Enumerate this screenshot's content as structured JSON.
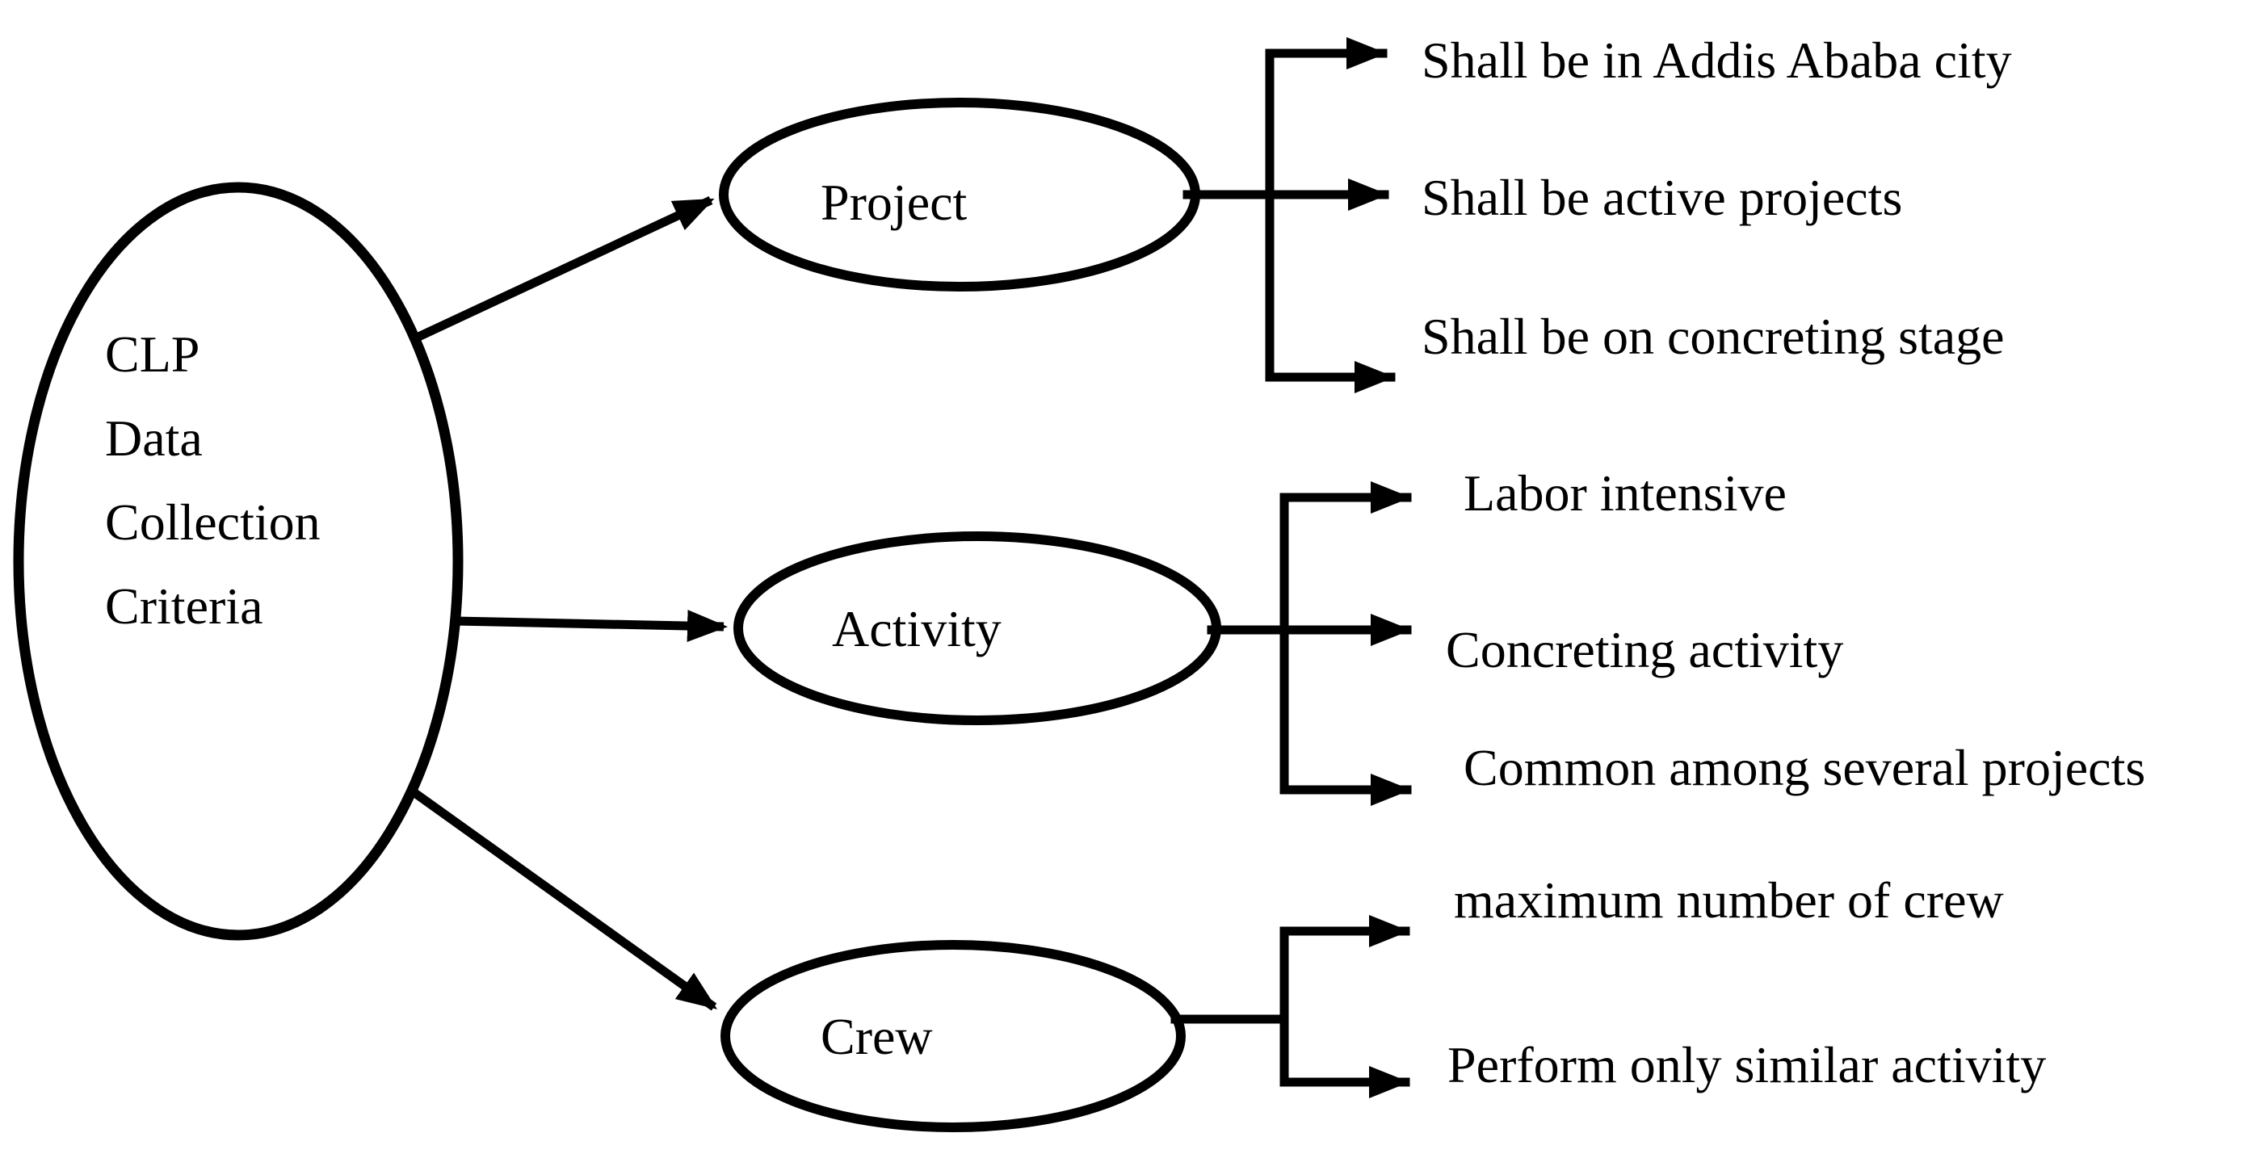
{
  "diagram": {
    "colors": {
      "line": "#000000",
      "background": "#ffffff",
      "text": "#000000"
    },
    "root": {
      "label_lines": [
        "CLP",
        "Data",
        "Collection",
        "Criteria"
      ]
    },
    "branches": [
      {
        "node": "Project",
        "criteria": [
          "Shall be in Addis Ababa city",
          "Shall be active projects",
          "Shall be on concreting stage"
        ]
      },
      {
        "node": "Activity",
        "criteria": [
          "Labor intensive",
          "Concreting activity",
          "Common among several projects"
        ]
      },
      {
        "node": "Crew",
        "criteria": [
          "maximum number of crew",
          "Perform only similar activity"
        ]
      }
    ]
  }
}
